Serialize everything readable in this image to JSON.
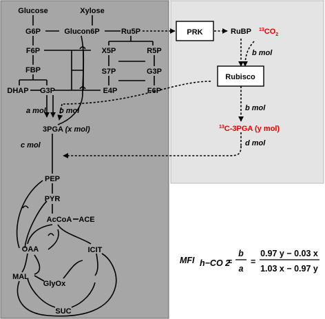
{
  "nodes": {
    "glucose": "Glucose",
    "xylose": "Xylose",
    "g6p": "G6P",
    "glucon6p": "Glucon6P",
    "ru5p": "Ru5P",
    "f6p": "F6P",
    "x5p": "X5P",
    "r5p": "R5P",
    "fbp": "FBP",
    "s7p": "S7P",
    "g3p_right": "G3P",
    "dhap": "DHAP",
    "g3p": "G3P",
    "e4p": "E4P",
    "f6p_right": "F6P",
    "pga3": "3PGA",
    "pga3_suffix": "(x mol)",
    "pep": "PEP",
    "pyr": "PYR",
    "accoa": "AcCoA",
    "ace": "ACE",
    "oaa": "OAA",
    "icit": "ICIT",
    "mal": "MAL",
    "glyox": "GlyOx",
    "suc": "SUC",
    "rubp": "RuBP",
    "co2_iso": "13",
    "co2": "CO",
    "co2_sub": "2",
    "c3pga_iso": "13",
    "c3pga": "C-3PGA (y mol)"
  },
  "boxes": {
    "prk": "PRK",
    "rubisco": "Rubisco"
  },
  "flux_labels": {
    "a": "a mol",
    "b_left": "b mol",
    "c": "c mol",
    "b_co2": "b mol",
    "b_rubisco": "b mol",
    "d": "d mol"
  },
  "formula": {
    "lhs": "MFI",
    "lhs_sub": "h−CO 2",
    "eq1": "=",
    "frac_num": "b",
    "frac_den": "a",
    "eq2": "=",
    "num": "0.97 y − 0.03 x",
    "den": "1.03 x − 0.97 y"
  },
  "colors": {
    "panel_dark": "#a6a6a6",
    "panel_light": "#e4e4e4",
    "label_red": "#e60000"
  }
}
